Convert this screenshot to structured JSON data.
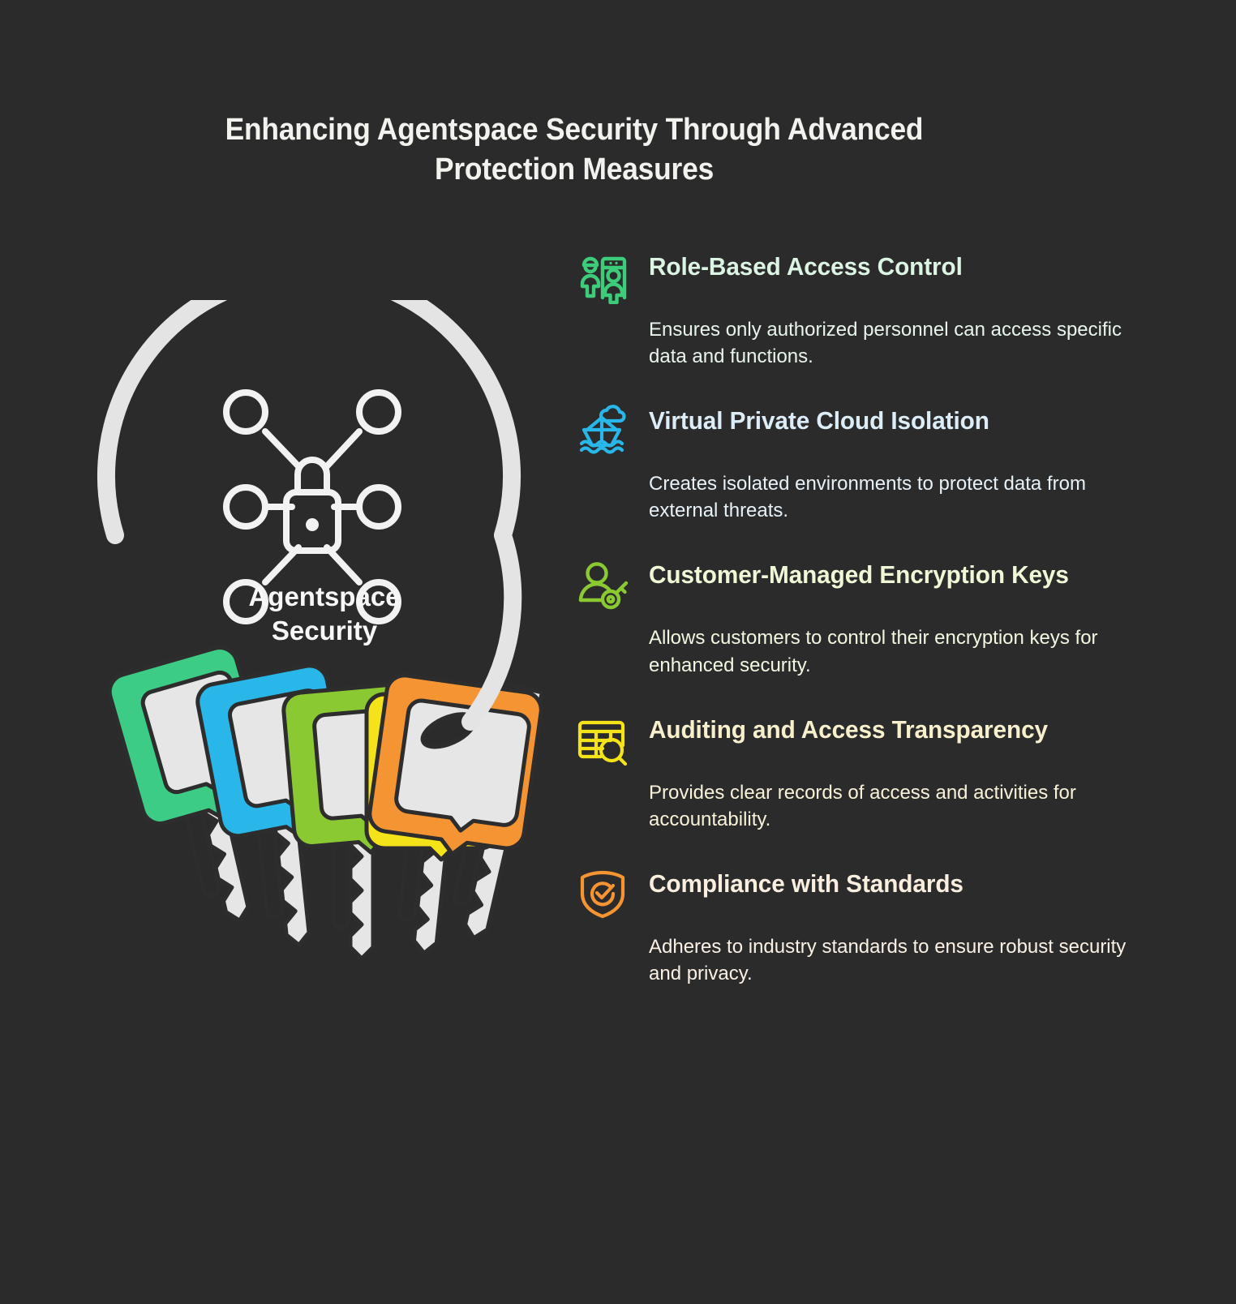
{
  "page": {
    "background_color": "#2b2b2b",
    "title": "Enhancing Agentspace Security Through Advanced Protection Measures"
  },
  "illustration": {
    "center_label_line1": "Agentspace",
    "center_label_line2": "Security",
    "center_icon": "padlock-network-icon",
    "keyring_icon": "keyring-with-keys-icon",
    "ring_color": "#e4e4e4",
    "key_body_color": "#e6e6e6",
    "key_outline_color": "#2d2d2d",
    "key_cap_colors": [
      "#3dcc86",
      "#29b6e8",
      "#8bc933",
      "#f5e31a",
      "#f59432"
    ]
  },
  "features": [
    {
      "icon": "security-checkpoint-people-icon",
      "icon_color": "#3dcc79",
      "title": "Role-Based Access Control",
      "title_color": "#dcf4e2",
      "description": "Ensures only authorized personnel can access specific data and functions.",
      "description_color": "#e8f5ec"
    },
    {
      "icon": "paper-boat-cloud-water-icon",
      "icon_color": "#29b6e8",
      "title": "Virtual Private Cloud Isolation",
      "title_color": "#dcedf7",
      "description": "Creates isolated environments to protect data from external threats.",
      "description_color": "#e6f1f8"
    },
    {
      "icon": "person-with-key-icon",
      "icon_color": "#8bc933",
      "title": "Customer-Managed Encryption Keys",
      "title_color": "#eef7d6",
      "description": "Allows customers to control their encryption keys for enhanced security.",
      "description_color": "#f1f8e0"
    },
    {
      "icon": "table-magnifier-icon",
      "icon_color": "#f5e31a",
      "title": "Auditing and Access Transparency",
      "title_color": "#f8f0cd",
      "description": "Provides clear records of access and activities for accountability.",
      "description_color": "#f9f2d8"
    },
    {
      "icon": "shield-check-icon",
      "icon_color": "#f59432",
      "title": "Compliance with Standards",
      "title_color": "#faeedf",
      "description": "Adheres to industry standards to ensure robust security and privacy.",
      "description_color": "#fbf0e4"
    }
  ]
}
